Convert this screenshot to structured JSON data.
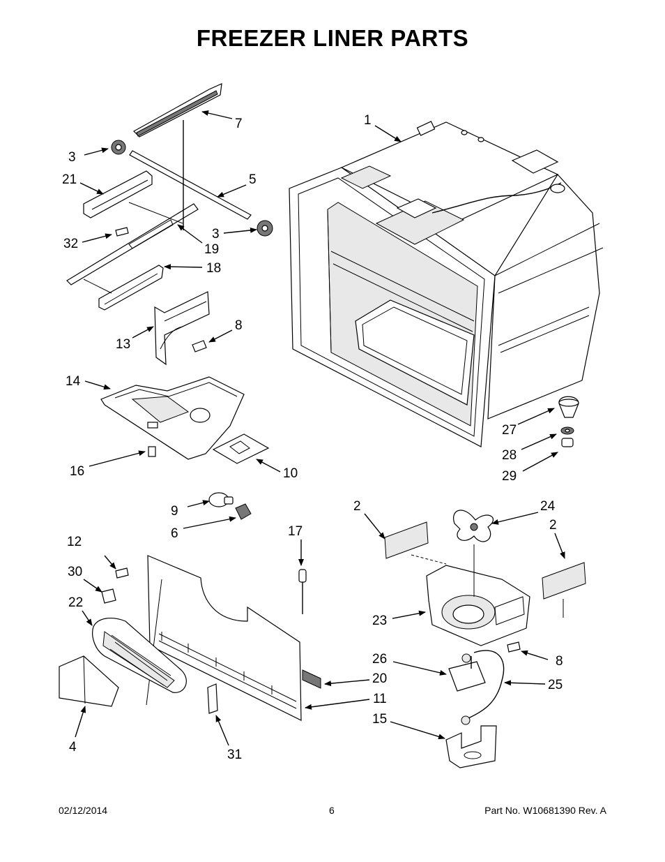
{
  "title": "FREEZER LINER PARTS",
  "callouts": [
    "1",
    "2",
    "2",
    "3",
    "3",
    "4",
    "5",
    "6",
    "7",
    "8",
    "8",
    "9",
    "10",
    "11",
    "12",
    "13",
    "14",
    "15",
    "16",
    "17",
    "18",
    "19",
    "20",
    "21",
    "22",
    "23",
    "24",
    "25",
    "26",
    "27",
    "28",
    "29",
    "30",
    "31",
    "32"
  ],
  "footer": {
    "date": "02/12/2014",
    "page": "6",
    "part_no": "Part No.  W10681390  Rev.  A"
  }
}
